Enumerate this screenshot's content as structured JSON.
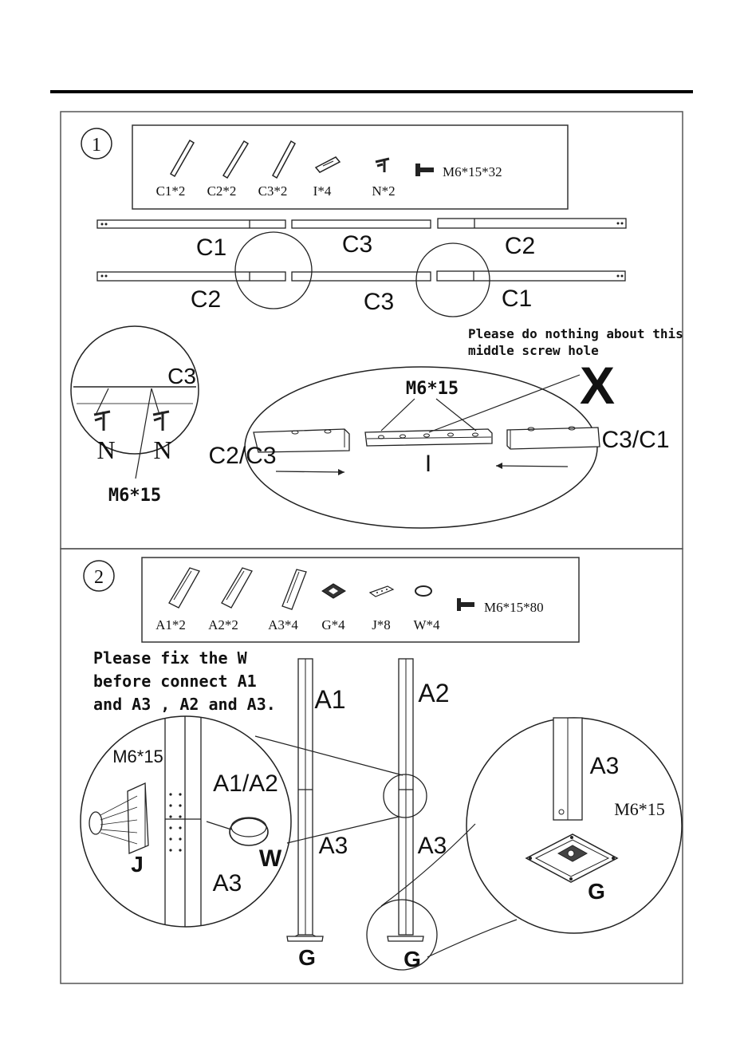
{
  "step1": {
    "number": "1",
    "parts": [
      {
        "label": "C1*2",
        "icon": "rod-icon"
      },
      {
        "label": "C2*2",
        "icon": "rod-icon"
      },
      {
        "label": "C3*2",
        "icon": "rod-icon"
      },
      {
        "label": "I*4",
        "icon": "connector-plate-icon"
      },
      {
        "label": "N*2",
        "icon": "hook-icon"
      }
    ],
    "screw": "M6*15*32",
    "rail_labels": {
      "top_left": "C1",
      "top_mid": "C3",
      "top_right": "C2",
      "bot_left": "C2",
      "bot_mid": "C3",
      "bot_right": "C1"
    },
    "note_line1": "Please do nothing about this",
    "note_line2": "middle screw hole",
    "x_mark": "X",
    "detail_c3": "C3",
    "detail_n1": "N",
    "detail_n2": "N",
    "detail_screw": "M6*15",
    "oval_screw": "M6*15",
    "oval_left": "C2/C3",
    "oval_center": "I",
    "oval_right": "C3/C1"
  },
  "step2": {
    "number": "2",
    "parts": [
      {
        "label": "A1*2",
        "icon": "channel-bar-icon"
      },
      {
        "label": "A2*2",
        "icon": "channel-bar-icon"
      },
      {
        "label": "A3*4",
        "icon": "channel-bar-icon"
      },
      {
        "label": "G*4",
        "icon": "foot-plate-icon"
      },
      {
        "label": "J*8",
        "icon": "joint-plate-icon"
      },
      {
        "label": "W*4",
        "icon": "ring-icon"
      }
    ],
    "screw": "M6*15*80",
    "note_line1": "Please fix the W",
    "note_line2": "before connect A1",
    "note_line3": "and A3 , A2 and A3.",
    "left_detail": {
      "screw": "M6*15",
      "top": "A1/A2",
      "j": "J",
      "w": "W",
      "bottom": "A3"
    },
    "pole1": {
      "top": "A1",
      "bottom": "A3",
      "foot": "G"
    },
    "pole2": {
      "top": "A2",
      "bottom": "A3",
      "foot": "G"
    },
    "right_detail": {
      "pole": "A3",
      "screw": "M6*15",
      "foot": "G"
    }
  }
}
